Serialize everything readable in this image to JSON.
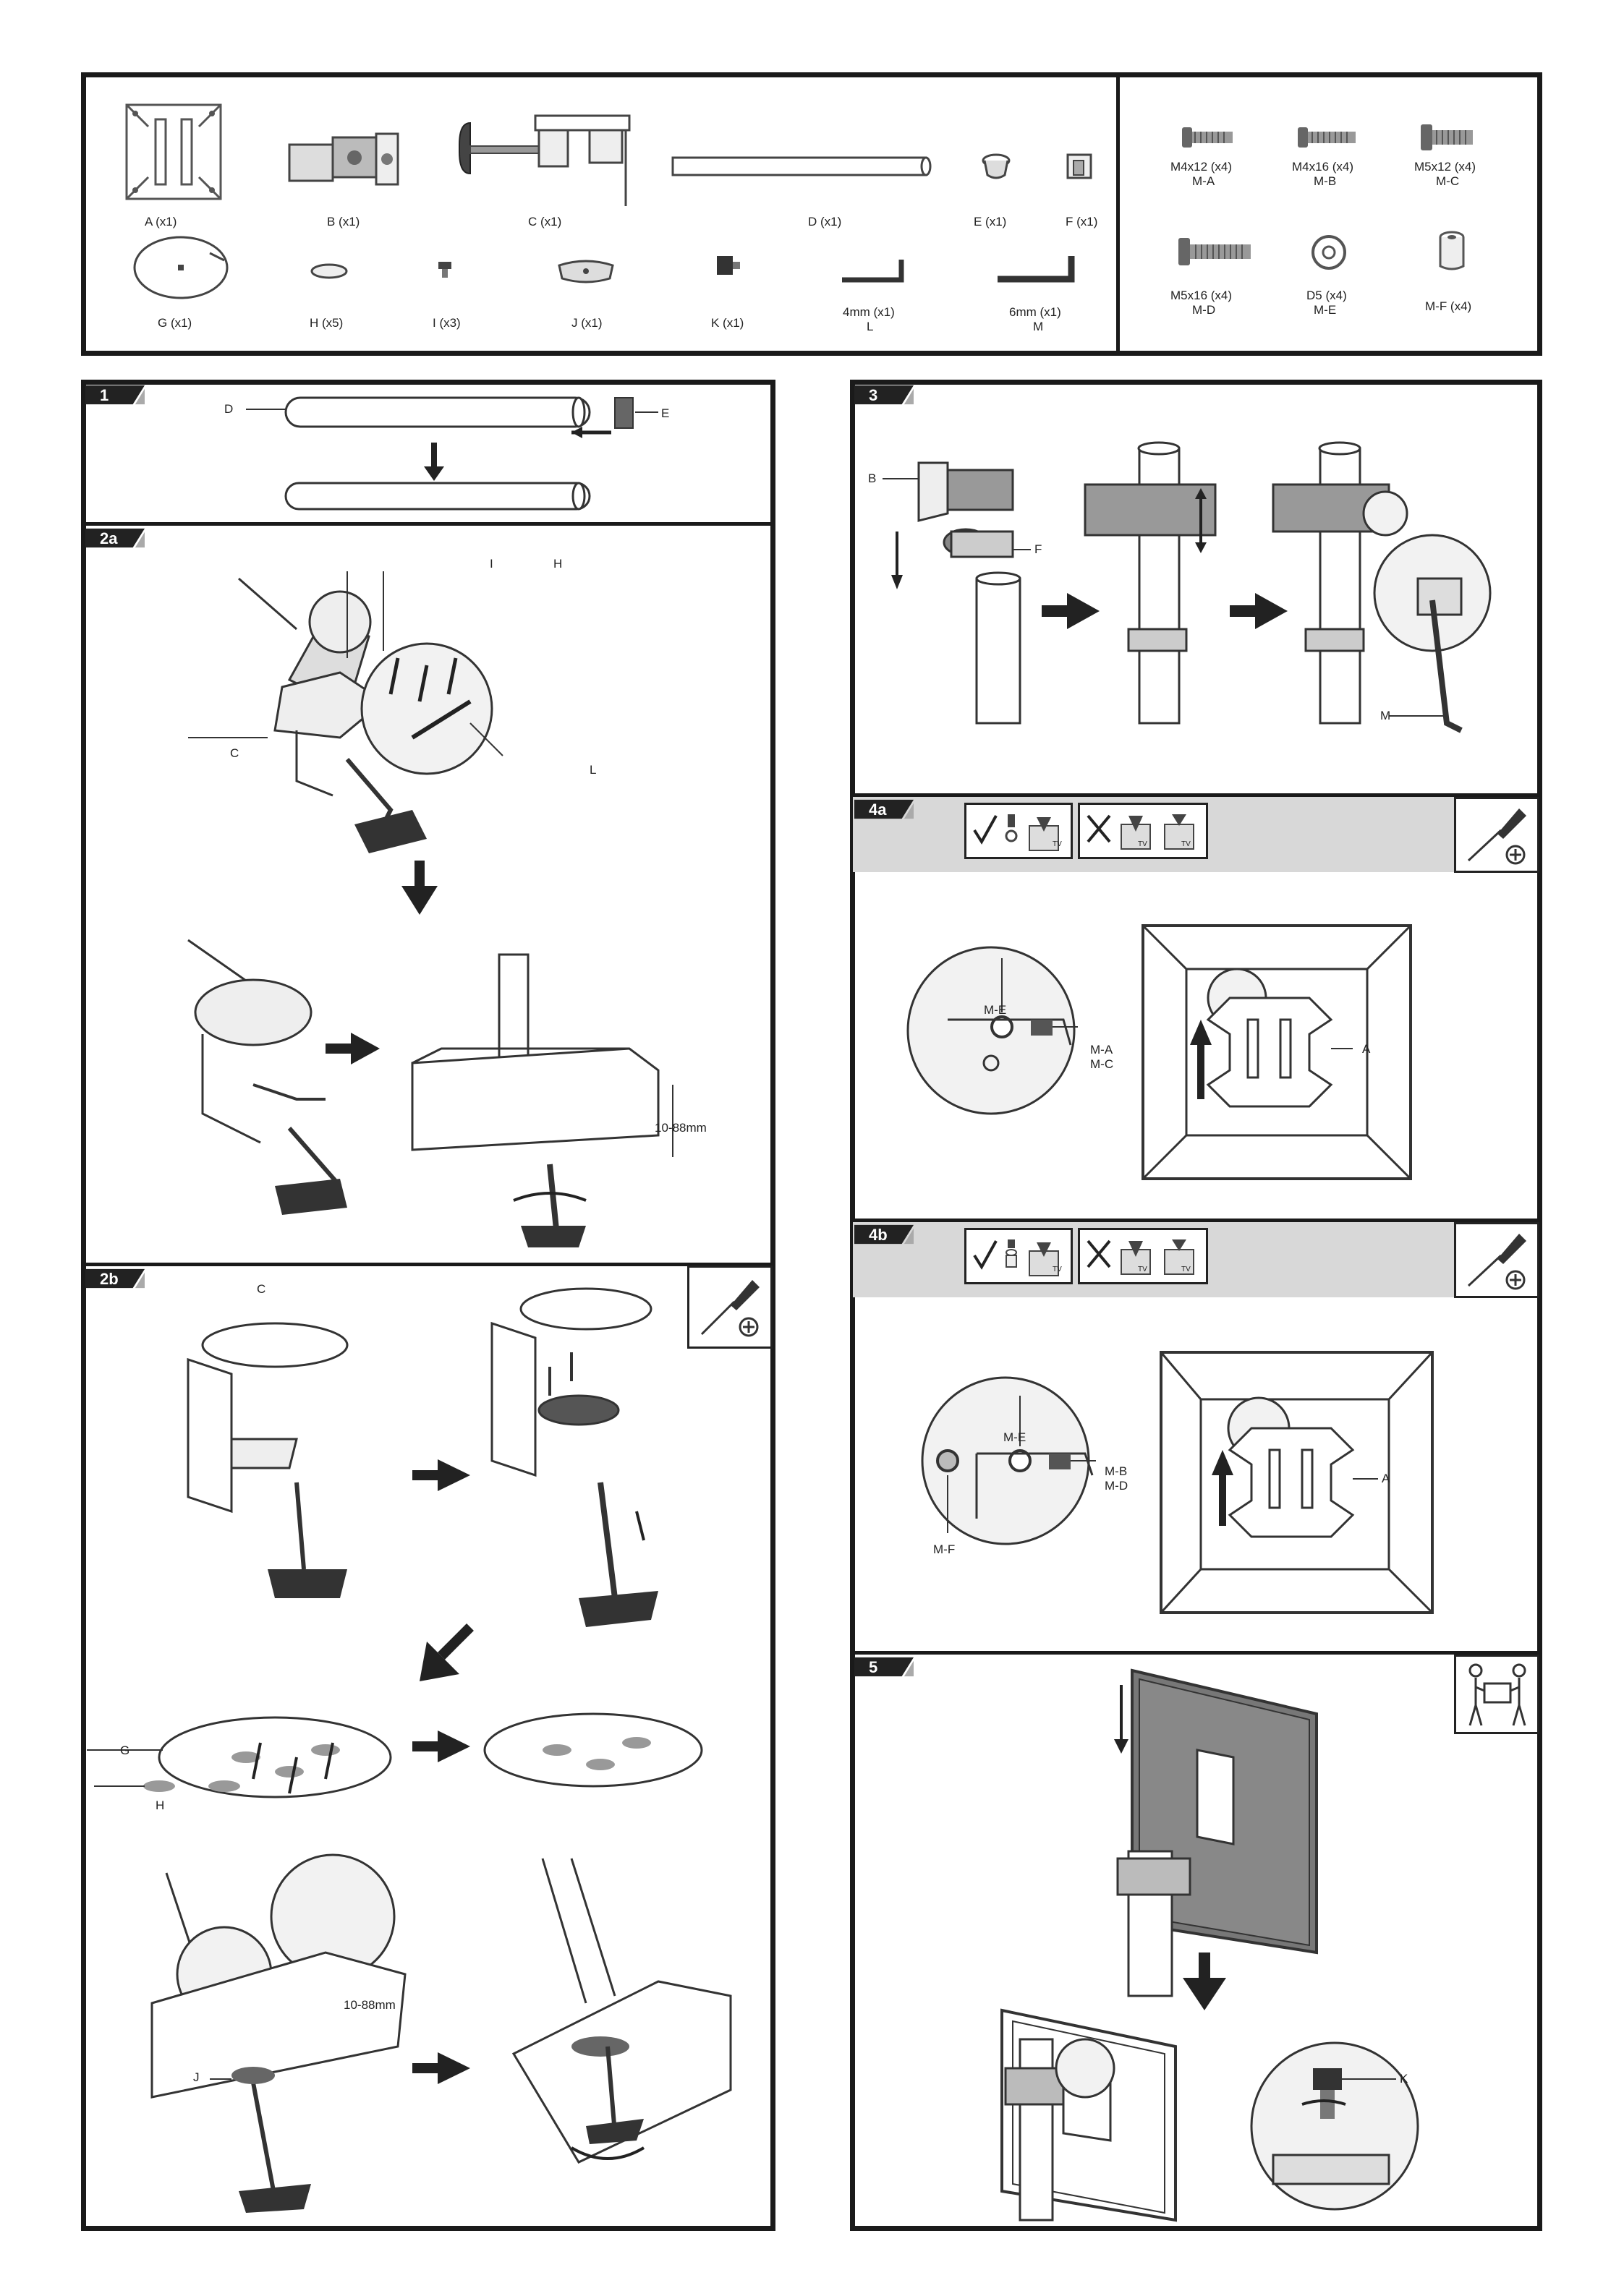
{
  "parts": {
    "a": "A (x1)",
    "b": "B (x1)",
    "c": "C (x1)",
    "d": "D (x1)",
    "e": "E (x1)",
    "f": "F (x1)",
    "g": "G (x1)",
    "h": "H (x5)",
    "i": "I (x3)",
    "j": "J (x1)",
    "k": "K (x1)",
    "l_size": "4mm (x1)",
    "l_letter": "L",
    "m_size": "6mm (x1)",
    "m_letter": "M"
  },
  "screws": {
    "ma_size": "M4x12 (x4)",
    "ma_code": "M-A",
    "mb_size": "M4x16 (x4)",
    "mb_code": "M-B",
    "mc_size": "M5x12 (x4)",
    "mc_code": "M-C",
    "md_size": "M5x16 (x4)",
    "md_code": "M-D",
    "me_size": "D5 (x4)",
    "me_code": "M-E",
    "mf_label": "M-F (x4)"
  },
  "steps": {
    "s1": "1",
    "s2a": "2a",
    "s2b": "2b",
    "s3": "3",
    "s4a": "4a",
    "s4b": "4b",
    "s5": "5"
  },
  "callouts": {
    "d": "D",
    "e": "E",
    "c": "C",
    "i": "I",
    "h": "H",
    "l": "L",
    "g": "G",
    "j": "J",
    "b": "B",
    "f": "F",
    "m": "M",
    "a": "A",
    "k": "K",
    "me": "M-E",
    "mf": "M-F",
    "ma_mc_1": "M-A",
    "ma_mc_2": "M-C",
    "mb_md_1": "M-B",
    "mb_md_2": "M-D",
    "tv": "TV",
    "thickness": "10-88mm"
  }
}
